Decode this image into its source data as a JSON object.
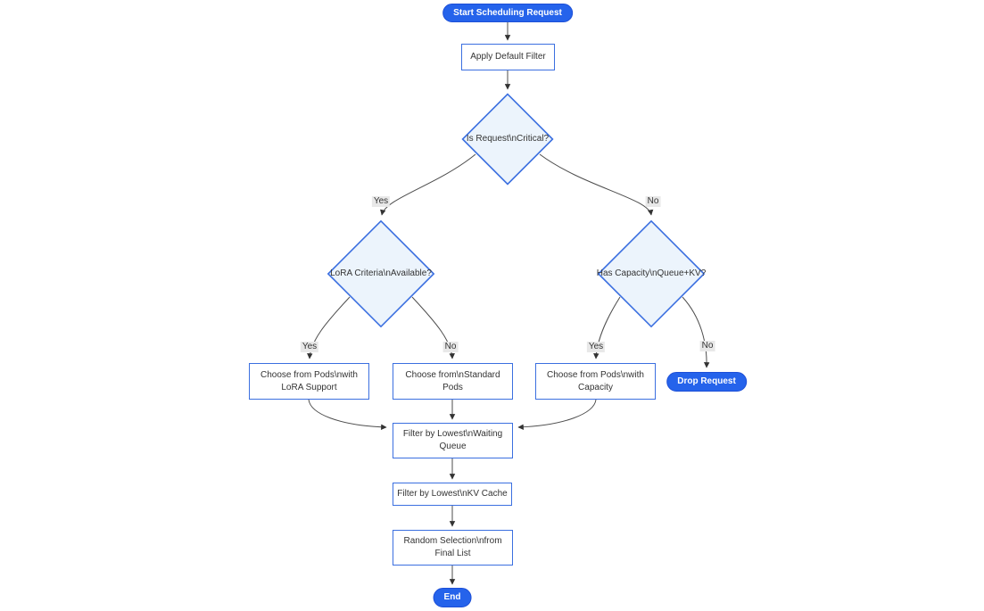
{
  "colors": {
    "accent_blue": "#2563eb",
    "node_border": "#3b6fe0",
    "decision_fill": "#ecf4fc",
    "edge_line": "#4d4d4d",
    "edge_label_bg": "#e8e8e8",
    "text_dark": "#333333",
    "text_light": "#ffffff"
  },
  "flowchart": {
    "nodes": {
      "start": {
        "type": "stadium",
        "label": "Start Scheduling Request"
      },
      "apply_default_filter": {
        "type": "process",
        "label": "Apply Default Filter"
      },
      "is_request_critical": {
        "type": "decision",
        "label": "Is Request\\nCritical?"
      },
      "lora_criteria_available": {
        "type": "decision",
        "label": "LoRA Criteria\\nAvailable?"
      },
      "has_capacity_queue_kv": {
        "type": "decision",
        "label": "Has Capacity\\nQueue+KV?"
      },
      "choose_pods_lora": {
        "type": "process",
        "label": "Choose from Pods\\nwith LoRA Support"
      },
      "choose_standard_pods": {
        "type": "process",
        "label": "Choose from\\nStandard Pods"
      },
      "choose_pods_capacity": {
        "type": "process",
        "label": "Choose from Pods\\nwith Capacity"
      },
      "drop_request": {
        "type": "stadium",
        "label": "Drop Request"
      },
      "filter_waiting_queue": {
        "type": "process",
        "label": "Filter by Lowest\\nWaiting Queue"
      },
      "filter_kv_cache": {
        "type": "process",
        "label": "Filter by Lowest\\nKV Cache"
      },
      "random_selection": {
        "type": "process",
        "label": "Random Selection\\nfrom Final List"
      },
      "end": {
        "type": "stadium",
        "label": "End"
      }
    },
    "edges": [
      {
        "from": "start",
        "to": "apply_default_filter",
        "label": ""
      },
      {
        "from": "apply_default_filter",
        "to": "is_request_critical",
        "label": ""
      },
      {
        "from": "is_request_critical",
        "to": "lora_criteria_available",
        "label": "Yes"
      },
      {
        "from": "is_request_critical",
        "to": "has_capacity_queue_kv",
        "label": "No"
      },
      {
        "from": "lora_criteria_available",
        "to": "choose_pods_lora",
        "label": "Yes"
      },
      {
        "from": "lora_criteria_available",
        "to": "choose_standard_pods",
        "label": "No"
      },
      {
        "from": "has_capacity_queue_kv",
        "to": "choose_pods_capacity",
        "label": "Yes"
      },
      {
        "from": "has_capacity_queue_kv",
        "to": "drop_request",
        "label": "No"
      },
      {
        "from": "choose_pods_lora",
        "to": "filter_waiting_queue",
        "label": ""
      },
      {
        "from": "choose_standard_pods",
        "to": "filter_waiting_queue",
        "label": ""
      },
      {
        "from": "choose_pods_capacity",
        "to": "filter_waiting_queue",
        "label": ""
      },
      {
        "from": "filter_waiting_queue",
        "to": "filter_kv_cache",
        "label": ""
      },
      {
        "from": "filter_kv_cache",
        "to": "random_selection",
        "label": ""
      },
      {
        "from": "random_selection",
        "to": "end",
        "label": ""
      }
    ]
  }
}
